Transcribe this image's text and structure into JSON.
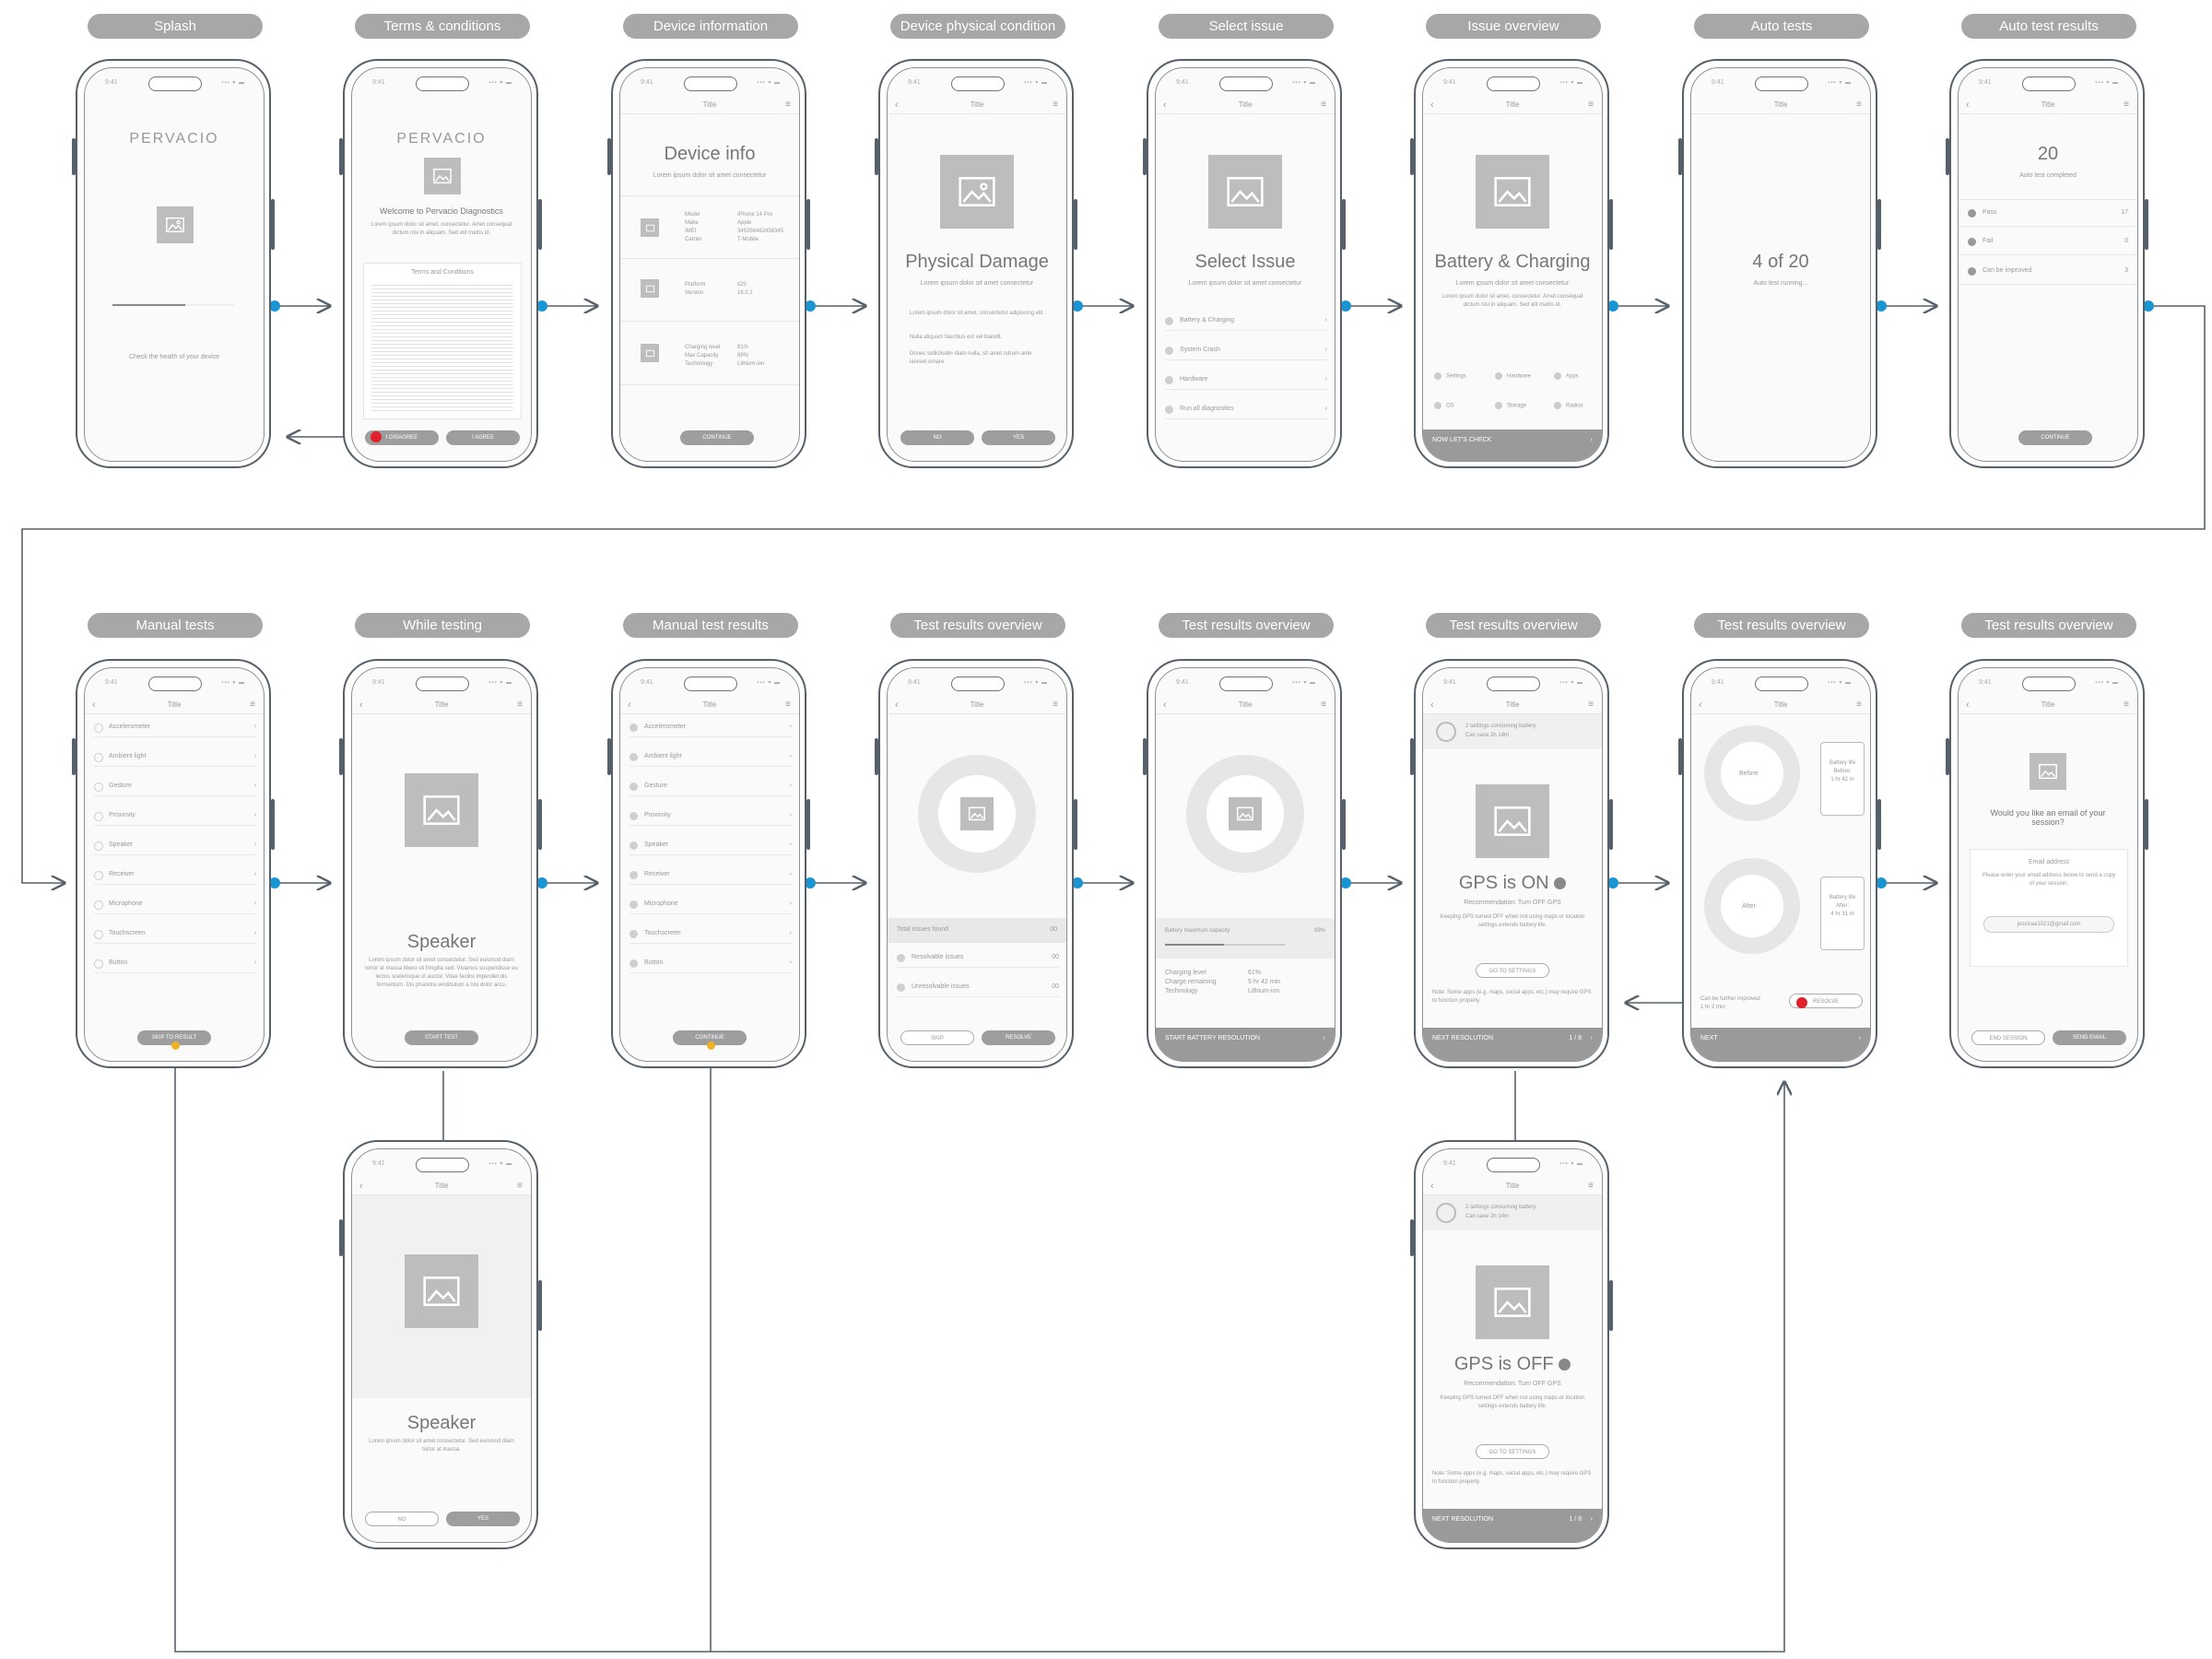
{
  "colors": {
    "line": "#56606a",
    "node": "#1a95d3",
    "label_bg": "#a7a7a7",
    "red_dot": "#e0202a",
    "yellow_dot": "#f0b323"
  },
  "status_bar": {
    "time": "9:41",
    "signal": "▪▪▪ ▾ ▬"
  },
  "common": {
    "app_title": "Title",
    "back_icon": "‹",
    "menu_icon": "≡",
    "chevron": "›",
    "lorem_short": "Lorem ipsum dolor sit amet consectetur"
  },
  "screens": {
    "splash": {
      "label": "Splash",
      "logo": "PERVACIO",
      "tagline": "Check the health of your device"
    },
    "terms": {
      "label": "Terms & conditions",
      "logo": "PERVACIO",
      "welcome": "Welcome to Pervacio Diagnostics",
      "intro": "Lorem ipsum dolor sit amet, consectetur. Amet consequat dictum nisi in aliquam. Sed elit mattis id.",
      "box_title": "Terms and Conditions",
      "disagree": "I DISAGREE",
      "agree": "I AGREE"
    },
    "device_info": {
      "label": "Device information",
      "heading": "Device info",
      "sub": "Lorem ipsum dolor sit amet consectetur",
      "groups": [
        {
          "keys": "Model\nMake\nIMEI\nCarrier",
          "vals": "iPhone 14 Pro\nApple\n345356462456345\nT-Mobile"
        },
        {
          "keys": "Platform\nVersion",
          "vals": "iOS\n16.0.1"
        },
        {
          "keys": "Charging level\nMax Capacity\nTechnology",
          "vals": "81%\n89%\nLithium-ion"
        }
      ],
      "continue": "CONTINUE"
    },
    "physical": {
      "label": "Device physical condition",
      "heading": "Physical Damage",
      "sub": "Lorem ipsum dolor sit amet consectetur",
      "bullets": [
        "Lorem ipsum dolor sit amet, consectetur adipiscing elit.",
        "Nulla aliquam faucibus est vel blandit.",
        "Donec sollicitudin diam nulla, sit amet rutrum ante laoreet ornare."
      ],
      "no": "NO",
      "yes": "YES"
    },
    "select_issue": {
      "label": "Select issue",
      "heading": "Select Issue",
      "sub": "Lorem ipsum dolor sit amet consectetur",
      "items": [
        "Battery & Charging",
        "System Crash",
        "Hardware",
        "Run all diagnostics"
      ]
    },
    "issue_overview": {
      "label": "Issue overview",
      "heading": "Battery & Charging",
      "sub": "Lorem ipsum dolor sit amet consectetur",
      "body": "Lorem ipsum dolor sit amet, consectetur. Amet consequat dictum nisi in aliquam. Sed elit mattis id.",
      "chips": [
        "Settings",
        "Hardware",
        "Apps",
        "OS",
        "Storage",
        "Radios"
      ],
      "footer": "NOW LET'S CHECK"
    },
    "auto_tests": {
      "label": "Auto tests",
      "heading": "4 of 20",
      "sub": "Auto test running..."
    },
    "auto_results": {
      "label": "Auto test results",
      "heading": "20",
      "sub": "Auto test completed",
      "rows": [
        {
          "name": "Pass",
          "value": "17"
        },
        {
          "name": "Fail",
          "value": "0"
        },
        {
          "name": "Can be improved",
          "value": "3"
        }
      ],
      "continue": "CONTINUE"
    },
    "manual_tests": {
      "label": "Manual tests",
      "items": [
        "Accelerometer",
        "Ambient light",
        "Gesture",
        "Proximity",
        "Speaker",
        "Receiver",
        "Microphone",
        "Touchscreen",
        "Button"
      ],
      "skip": "SKIP TO RESULT"
    },
    "while_testing": {
      "label": "While testing",
      "heading": "Speaker",
      "body": "Lorem ipsum dolor sit amet consectetur. Sed euismod diam tortor at massa libero sit fringilla sed. Vivamus suspendisse eu lectus scelerisque ut auctor. Vitae facilisi imperdiet dis fermentum. Dis pharetra vestibulum a nisi dolor arcu.",
      "start": "START TEST"
    },
    "speaker_confirm": {
      "heading": "Speaker",
      "body": "Lorem ipsum dolor sit amet consectetur. Sed euismod diam tortor at massa.",
      "no": "NO",
      "yes": "YES"
    },
    "manual_results": {
      "label": "Manual test results",
      "items": [
        "Accelerometer",
        "Ambient light",
        "Gesture",
        "Proximity",
        "Speaker",
        "Receiver",
        "Microphone",
        "Touchscreen",
        "Button"
      ],
      "continue": "CONTINUE"
    },
    "results_1": {
      "label": "Test results overview",
      "total": "Total issues found",
      "total_v": "00",
      "resolvable": "Resolvable issues",
      "resolvable_v": "00",
      "unresolvable": "Unresolvable issues",
      "unresolvable_v": "00",
      "skip": "SKIP",
      "resolve": "RESOLVE"
    },
    "results_2": {
      "label": "Test results overview",
      "cap": "Battery maximum capacity",
      "cap_v": "89%",
      "cap_level": 0.89,
      "keys": "Charging level\nCharge remaining\nTechnology",
      "vals": "61%\n5 hr 42 min\nLithium-ion",
      "footer": "START BATTERY RESOLUTION"
    },
    "results_3": {
      "label": "Test results overview",
      "banner": "2 settings consuming battery",
      "banner_sub": "Can save 2h 14m",
      "heading": "GPS is ON",
      "rec": "Recommendation: Turn OFF GPS",
      "body": "Keeping GPS turned OFF when not using maps or location settings extends battery life.",
      "goto": "GO TO SETTINGS",
      "note": "Note: Some apps (e.g. maps, social apps, etc.) may require GPS to function properly.",
      "footer": "NEXT RESOLUTION",
      "page": "1 / 8"
    },
    "results_3b": {
      "banner": "2 settings consuming battery",
      "banner_sub": "Can save 2h 14m",
      "heading": "GPS is OFF",
      "rec": "Recommendation: Turn OFF GPS",
      "body": "Keeping GPS turned OFF when not using maps or location settings extends battery life.",
      "goto": "GO TO SETTINGS",
      "note": "Note: Some apps (e.g. maps, social apps, etc.) may require GPS to function properly.",
      "footer": "NEXT RESOLUTION",
      "page": "1 / 8"
    },
    "results_4": {
      "label": "Test results overview",
      "before": "Before",
      "before_txt": "Battery life\nBefore:\n1 hr 42 m",
      "after": "After",
      "after_txt": "Battery life\nAfter:\n4 hr 31 m",
      "further": "Can be further improved\n1 hr 2 min",
      "resolve": "RESOLVE",
      "footer": "NEXT"
    },
    "results_5": {
      "label": "Test results overview",
      "question": "Would you like an email of your session?",
      "email_label": "Email address",
      "email_hint": "Please enter your email address below to send a copy of your session.",
      "email": "jessicaa1021@gmail.com",
      "end": "END SESSION",
      "send": "SEND EMAIL"
    }
  }
}
